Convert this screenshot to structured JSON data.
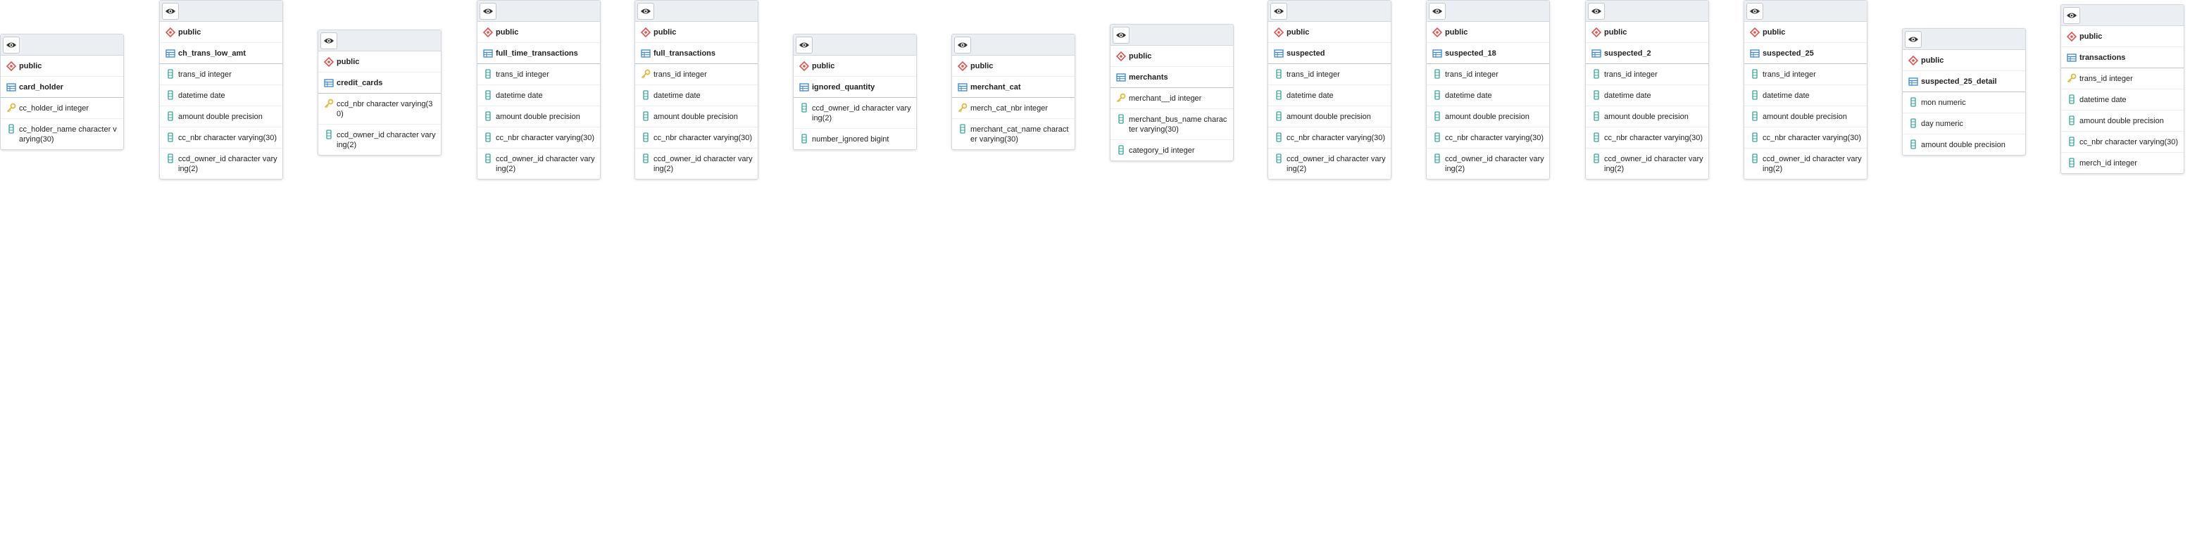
{
  "colors": {
    "header_bg": "#ebeef2",
    "border": "#d4d8de",
    "schema_icon": "#e0524f",
    "table_icon": "#3d86c6",
    "column_icon": "#3aa39a",
    "key_icon": "#e3b53a"
  },
  "tables": [
    {
      "schema": "public",
      "name": "card_holder",
      "columns": [
        {
          "name": "cc_holder_id integer",
          "icon": "key-icon"
        },
        {
          "name": "cc_holder_name character varying(30)",
          "icon": "column-icon"
        }
      ]
    },
    {
      "schema": "public",
      "name": "ch_trans_low_amt",
      "columns": [
        {
          "name": "trans_id integer",
          "icon": "column-icon"
        },
        {
          "name": "datetime date",
          "icon": "column-icon"
        },
        {
          "name": "amount double precision",
          "icon": "column-icon"
        },
        {
          "name": "cc_nbr character varying(30)",
          "icon": "column-icon"
        },
        {
          "name": "ccd_owner_id character varying(2)",
          "icon": "column-icon"
        }
      ]
    },
    {
      "schema": "public",
      "name": "credit_cards",
      "columns": [
        {
          "name": "ccd_nbr character varying(30)",
          "icon": "key-icon"
        },
        {
          "name": "ccd_owner_id character varying(2)",
          "icon": "column-icon"
        }
      ]
    },
    {
      "schema": "public",
      "name": "full_time_transactions",
      "columns": [
        {
          "name": "trans_id integer",
          "icon": "column-icon"
        },
        {
          "name": "datetime date",
          "icon": "column-icon"
        },
        {
          "name": "amount double precision",
          "icon": "column-icon"
        },
        {
          "name": "cc_nbr character varying(30)",
          "icon": "column-icon"
        },
        {
          "name": "ccd_owner_id character varying(2)",
          "icon": "column-icon"
        }
      ]
    },
    {
      "schema": "public",
      "name": "full_transactions",
      "columns": [
        {
          "name": "trans_id integer",
          "icon": "key-icon"
        },
        {
          "name": "datetime date",
          "icon": "column-icon"
        },
        {
          "name": "amount double precision",
          "icon": "column-icon"
        },
        {
          "name": "cc_nbr character varying(30)",
          "icon": "column-icon"
        },
        {
          "name": "ccd_owner_id character varying(2)",
          "icon": "column-icon"
        }
      ]
    },
    {
      "schema": "public",
      "name": "ignored_quantity",
      "columns": [
        {
          "name": "ccd_owner_id character varying(2)",
          "icon": "column-icon"
        },
        {
          "name": "number_ignored bigint",
          "icon": "column-icon"
        }
      ]
    },
    {
      "schema": "public",
      "name": "merchant_cat",
      "columns": [
        {
          "name": "merch_cat_nbr integer",
          "icon": "key-icon"
        },
        {
          "name": "merchant_cat_name character varying(30)",
          "icon": "column-icon"
        }
      ]
    },
    {
      "schema": "public",
      "name": "merchants",
      "columns": [
        {
          "name": "merchant__id integer",
          "icon": "key-icon"
        },
        {
          "name": "merchant_bus_name character varying(30)",
          "icon": "column-icon"
        },
        {
          "name": "category_id integer",
          "icon": "column-icon"
        }
      ]
    },
    {
      "schema": "public",
      "name": "suspected",
      "columns": [
        {
          "name": "trans_id integer",
          "icon": "column-icon"
        },
        {
          "name": "datetime date",
          "icon": "column-icon"
        },
        {
          "name": "amount double precision",
          "icon": "column-icon"
        },
        {
          "name": "cc_nbr character varying(30)",
          "icon": "column-icon"
        },
        {
          "name": "ccd_owner_id character varying(2)",
          "icon": "column-icon"
        }
      ]
    },
    {
      "schema": "public",
      "name": "suspected_18",
      "columns": [
        {
          "name": "trans_id integer",
          "icon": "column-icon"
        },
        {
          "name": "datetime date",
          "icon": "column-icon"
        },
        {
          "name": "amount double precision",
          "icon": "column-icon"
        },
        {
          "name": "cc_nbr character varying(30)",
          "icon": "column-icon"
        },
        {
          "name": "ccd_owner_id character varying(2)",
          "icon": "column-icon"
        }
      ]
    },
    {
      "schema": "public",
      "name": "suspected_2",
      "columns": [
        {
          "name": "trans_id integer",
          "icon": "column-icon"
        },
        {
          "name": "datetime date",
          "icon": "column-icon"
        },
        {
          "name": "amount double precision",
          "icon": "column-icon"
        },
        {
          "name": "cc_nbr character varying(30)",
          "icon": "column-icon"
        },
        {
          "name": "ccd_owner_id character varying(2)",
          "icon": "column-icon"
        }
      ]
    },
    {
      "schema": "public",
      "name": "suspected_25",
      "columns": [
        {
          "name": "trans_id integer",
          "icon": "column-icon"
        },
        {
          "name": "datetime date",
          "icon": "column-icon"
        },
        {
          "name": "amount double precision",
          "icon": "column-icon"
        },
        {
          "name": "cc_nbr character varying(30)",
          "icon": "column-icon"
        },
        {
          "name": "ccd_owner_id character varying(2)",
          "icon": "column-icon"
        }
      ]
    },
    {
      "schema": "public",
      "name": "suspected_25_detail",
      "columns": [
        {
          "name": "mon numeric",
          "icon": "column-icon"
        },
        {
          "name": "day numeric",
          "icon": "column-icon"
        },
        {
          "name": "amount double precision",
          "icon": "column-icon"
        }
      ]
    },
    {
      "schema": "public",
      "name": "transactions",
      "columns": [
        {
          "name": "trans_id integer",
          "icon": "key-icon"
        },
        {
          "name": "datetime date",
          "icon": "column-icon"
        },
        {
          "name": "amount double precision",
          "icon": "column-icon"
        },
        {
          "name": "cc_nbr character varying(30)",
          "icon": "column-icon"
        },
        {
          "name": "merch_id integer",
          "icon": "column-icon"
        }
      ]
    }
  ]
}
